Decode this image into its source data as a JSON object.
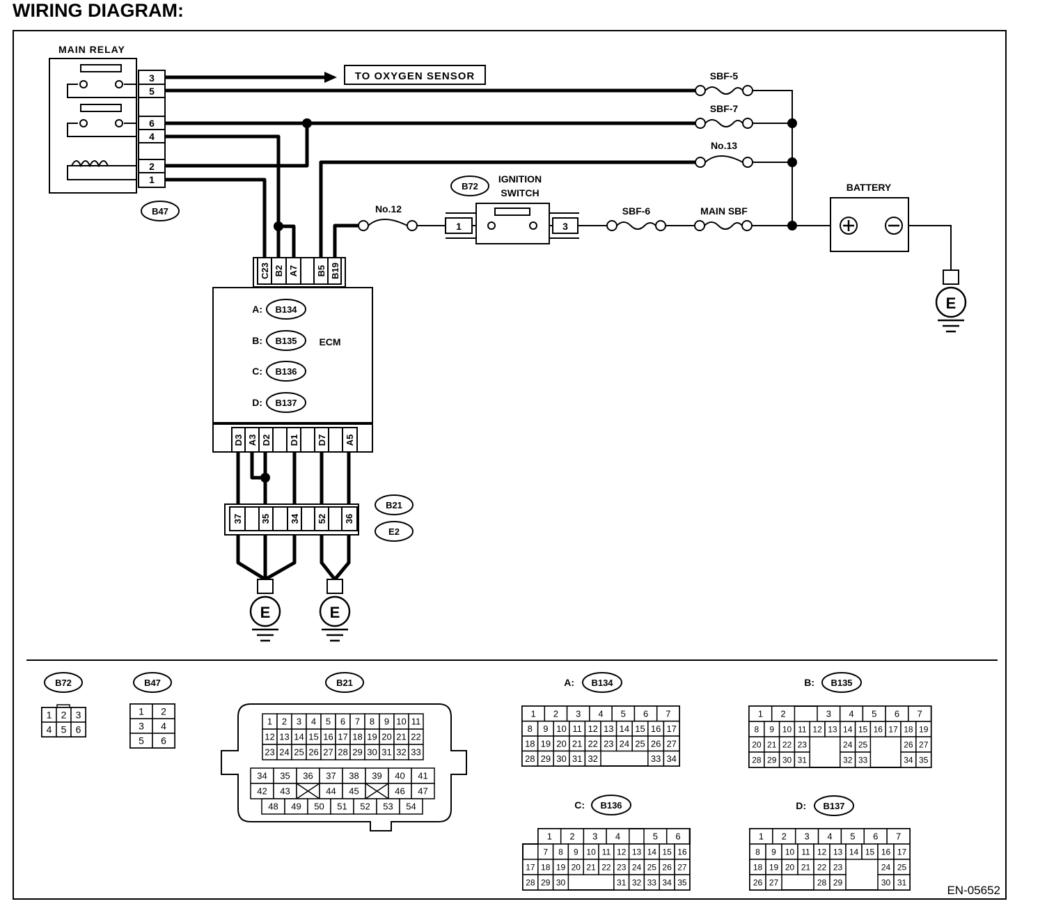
{
  "title": "WIRING DIAGRAM:",
  "figure_code": "EN-05652",
  "main_relay": {
    "label": "MAIN RELAY",
    "connector": "B47",
    "terminals": [
      "3",
      "5",
      "6",
      "4",
      "2",
      "1"
    ]
  },
  "to_oxygen_sensor": "TO OXYGEN SENSOR",
  "fuses": {
    "sbf5": "SBF-5",
    "sbf7": "SBF-7",
    "no13": "No.13",
    "no12": "No.12",
    "sbf6": "SBF-6",
    "main_sbf": "MAIN SBF"
  },
  "ignition_switch": {
    "connector": "B72",
    "label_line1": "IGNITION",
    "label_line2": "SWITCH",
    "terminal_in": "1",
    "terminal_out": "3"
  },
  "battery": {
    "label": "BATTERY",
    "plus": "+",
    "minus": "−"
  },
  "ground_label": "E",
  "ecm": {
    "label": "ECM",
    "connectors": [
      {
        "prefix": "A:",
        "code": "B134"
      },
      {
        "prefix": "B:",
        "code": "B135"
      },
      {
        "prefix": "C:",
        "code": "B136"
      },
      {
        "prefix": "D:",
        "code": "B137"
      }
    ],
    "top_pins": [
      "C23",
      "B2",
      "A7",
      "B5",
      "B19"
    ],
    "bottom_pins": [
      "D3",
      "A3",
      "D2",
      "D1",
      "D7",
      "A5"
    ]
  },
  "joint_connector": {
    "codes": [
      "B21",
      "E2"
    ],
    "pins": [
      "37",
      "35",
      "34",
      "52",
      "36"
    ]
  },
  "connector_views": {
    "b72": {
      "code": "B72",
      "rows": [
        [
          "1",
          "2",
          "3"
        ],
        [
          "4",
          "5",
          "6"
        ]
      ]
    },
    "b47": {
      "code": "B47",
      "rows": [
        [
          "1",
          "2"
        ],
        [
          "3",
          "4"
        ],
        [
          "5",
          "6"
        ]
      ]
    },
    "b21": {
      "code": "B21",
      "upper": [
        [
          "1",
          "2",
          "3",
          "4",
          "5",
          "6",
          "7",
          "8",
          "9",
          "10",
          "11"
        ],
        [
          "12",
          "13",
          "14",
          "15",
          "16",
          "17",
          "18",
          "19",
          "20",
          "21",
          "22"
        ],
        [
          "23",
          "24",
          "25",
          "26",
          "27",
          "28",
          "29",
          "30",
          "31",
          "32",
          "33"
        ]
      ],
      "lower": [
        [
          "34",
          "35",
          "36",
          "37",
          "38",
          "39",
          "40",
          "41"
        ],
        [
          "42",
          "43",
          "",
          "44",
          "45",
          "",
          "46",
          "47"
        ],
        [
          "48",
          "49",
          "50",
          "51",
          "52",
          "53",
          "54"
        ]
      ]
    },
    "b134": {
      "prefix": "A:",
      "code": "B134",
      "rows": [
        [
          "1",
          "2",
          "3",
          "4",
          "5",
          "6",
          "7"
        ],
        [
          "8",
          "9",
          "10",
          "11",
          "12",
          "13",
          "14",
          "15",
          "16",
          "17"
        ],
        [
          "18",
          "19",
          "20",
          "21",
          "22",
          "23",
          "24",
          "25",
          "26",
          "27"
        ],
        [
          "28",
          "29",
          "30",
          "31",
          "32",
          "33",
          "34"
        ]
      ]
    },
    "b135": {
      "prefix": "B:",
      "code": "B135",
      "rows": [
        [
          "1",
          "2",
          "3",
          "4",
          "5",
          "6",
          "7"
        ],
        [
          "8",
          "9",
          "10",
          "11",
          "12",
          "13",
          "14",
          "15",
          "16",
          "17",
          "18",
          "19"
        ],
        [
          "20",
          "21",
          "22",
          "23",
          "24",
          "25",
          "26",
          "27"
        ],
        [
          "28",
          "29",
          "30",
          "31",
          "32",
          "33",
          "34",
          "35"
        ]
      ]
    },
    "b136": {
      "prefix": "C:",
      "code": "B136",
      "rows": [
        [
          "1",
          "2",
          "3",
          "4",
          "5",
          "6"
        ],
        [
          "7",
          "8",
          "9",
          "10",
          "11",
          "12",
          "13",
          "14",
          "15",
          "16"
        ],
        [
          "17",
          "18",
          "19",
          "20",
          "21",
          "22",
          "23",
          "24",
          "25",
          "26",
          "27"
        ],
        [
          "28",
          "29",
          "30",
          "31",
          "32",
          "33",
          "34",
          "35"
        ]
      ]
    },
    "b137": {
      "prefix": "D:",
      "code": "B137",
      "rows": [
        [
          "1",
          "2",
          "3",
          "4",
          "5",
          "6",
          "7"
        ],
        [
          "8",
          "9",
          "10",
          "11",
          "12",
          "13",
          "14",
          "15",
          "16",
          "17"
        ],
        [
          "18",
          "19",
          "20",
          "21",
          "22",
          "23",
          "24",
          "25"
        ],
        [
          "26",
          "27",
          "28",
          "29",
          "30",
          "31"
        ]
      ]
    }
  }
}
